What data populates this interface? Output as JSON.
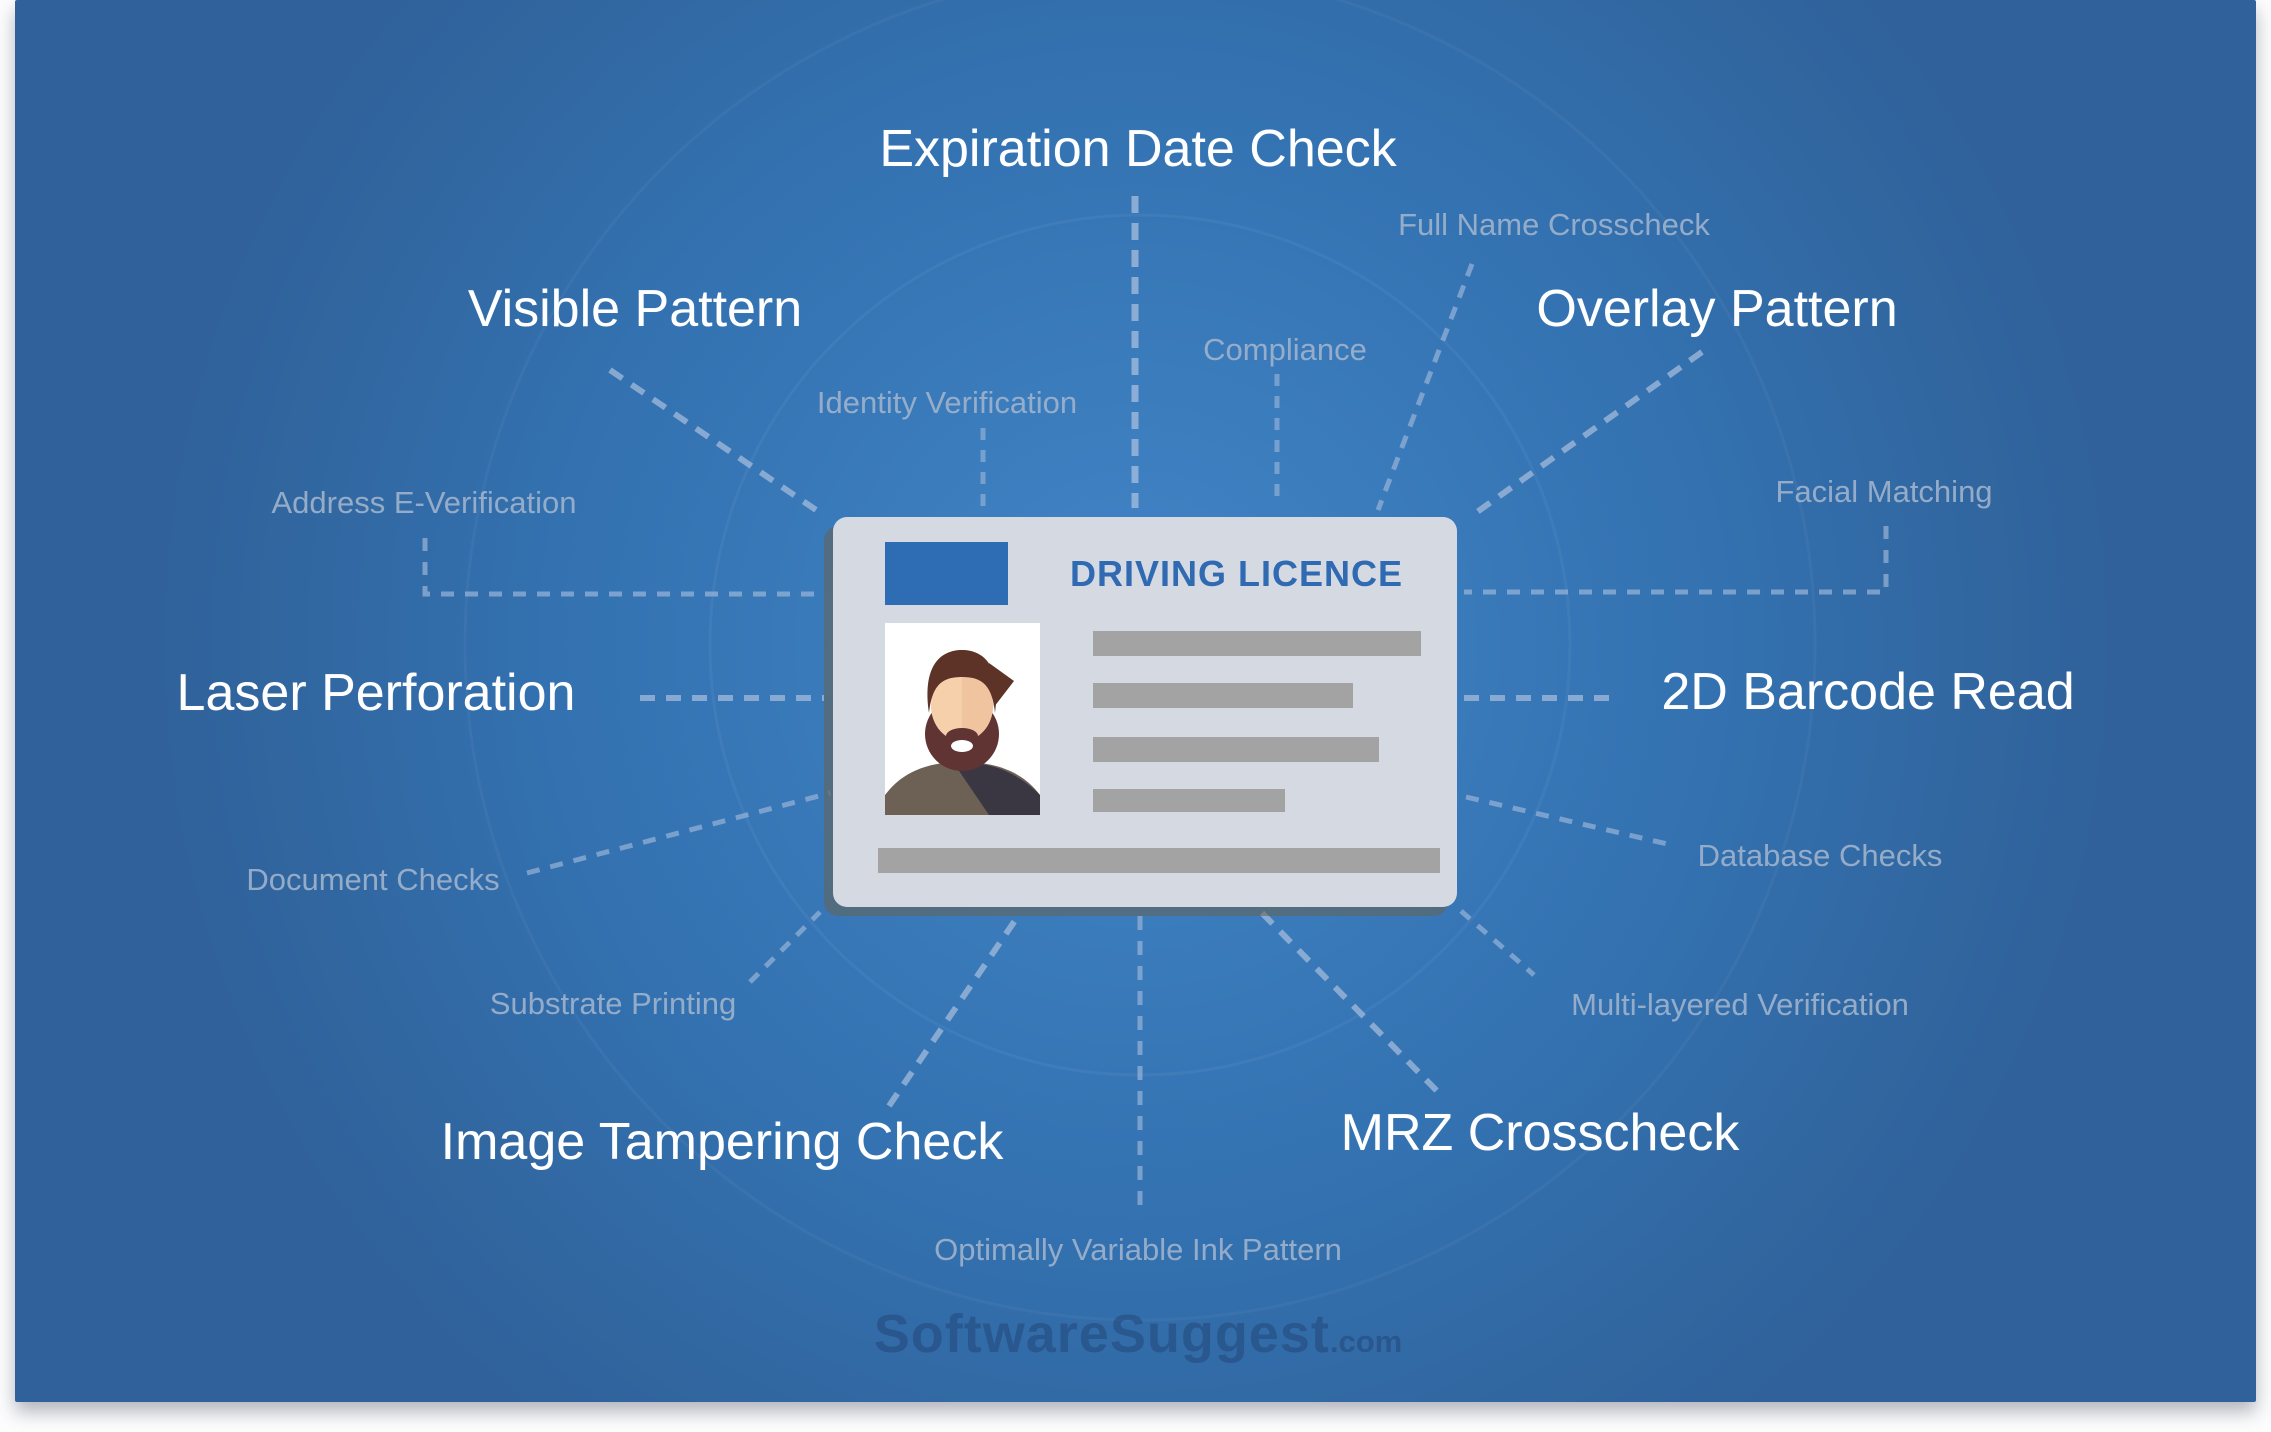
{
  "primary_labels": {
    "expiration_date_check": "Expiration Date Check",
    "visible_pattern": "Visible Pattern",
    "overlay_pattern": "Overlay Pattern",
    "laser_perforation": "Laser Perforation",
    "barcode_read": "2D Barcode Read",
    "image_tampering_check": "Image Tampering Check",
    "mrz_crosscheck": "MRZ Crosscheck"
  },
  "secondary_labels": {
    "full_name_crosscheck": "Full Name Crosscheck",
    "compliance": "Compliance",
    "identity_verification": "Identity Verification",
    "address_e_verification": "Address E-Verification",
    "facial_matching": "Facial Matching",
    "document_checks": "Document Checks",
    "database_checks": "Database Checks",
    "substrate_printing": "Substrate Printing",
    "multi_layered_verification": "Multi-layered Verification",
    "optimally_variable_ink_pattern": "Optimally Variable Ink Pattern"
  },
  "card": {
    "title": "DRIVING LICENCE",
    "icons": {
      "emblem": "card-emblem-block",
      "photo": "male-portrait-avatar"
    }
  },
  "watermark": {
    "name": "SoftwareSuggest",
    "tld": ".com"
  },
  "colors": {
    "background_center": "#4184c6",
    "background_edge": "#30619b",
    "primary_label": "#ffffff",
    "secondary_label": "#9db2cc",
    "connector": "#a8bedd",
    "card_background": "#d4d9e2",
    "card_emblem_blue": "#2e6cb4",
    "card_title_blue": "#2f6ab2",
    "card_bar_gray": "#a3a3a3",
    "card_shadow": "#686352",
    "avatar_skin": "#f6cfab",
    "avatar_hair": "#5d3327",
    "avatar_beard": "#5f3433",
    "avatar_shirt_light": "#6d6156",
    "avatar_shirt_dark": "#3b3742",
    "watermark_blue": "#1e3e6e"
  }
}
